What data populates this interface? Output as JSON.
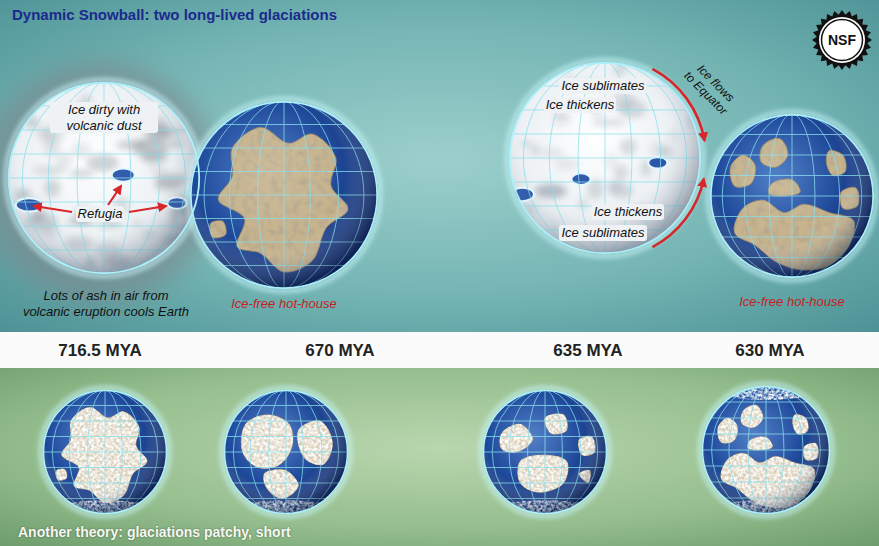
{
  "diagram": {
    "nodes": [
      {
        "text": [
          "Dynamic Snowball: two long-lived glaciations"
        ]
      },
      {
        "text": [
          "Ice dirty with volcanic dust",
          "Refugia",
          "Lots of ash in air from volcanic eruption cools Earth"
        ],
        "in": 0
      },
      {
        "text": [
          "Ice-free hot-house"
        ],
        "in": 0
      },
      {
        "text": [
          "Ice sublimates",
          "Ice thickens",
          "Ice thickens",
          "Ice sublimates",
          "Ice flows to Equator"
        ],
        "in": 0
      },
      {
        "text": [
          "Ice-free hot-house"
        ],
        "in": 0
      },
      {
        "text": [
          "Another theory: glaciations patchy, short"
        ]
      }
    ],
    "labels": [
      "716.5 MYA",
      "670 MYA",
      "635 MYA",
      "630 MYA",
      "NSF"
    ]
  }
}
